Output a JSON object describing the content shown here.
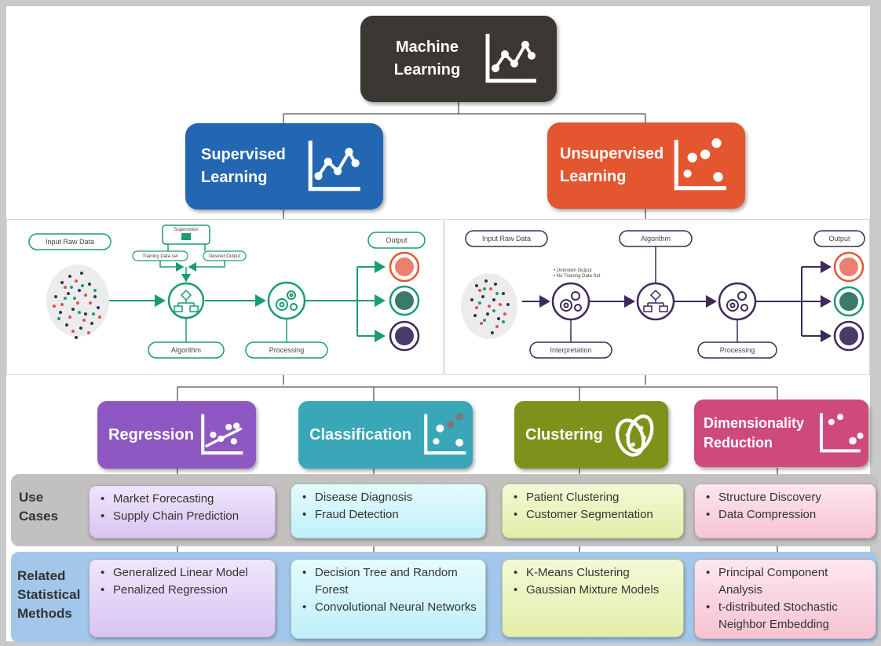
{
  "top": {
    "line1": "Machine",
    "line2": "Learning"
  },
  "supervised": {
    "line1": "Supervised",
    "line2": "Learning"
  },
  "unsupervised": {
    "line1": "Unsupervised",
    "line2": "Learning"
  },
  "left_flow": {
    "input": "Input Raw Data",
    "supervision": "Supervision",
    "training_set": "Training Data set",
    "desired_output": "Desired Output",
    "algorithm": "Algorithm",
    "processing": "Processing",
    "output": "Output"
  },
  "right_flow": {
    "input": "Input Raw Data",
    "note1": "• Unknown Output",
    "note2": "• No Training Data Set",
    "algorithm": "Algorithm",
    "interpretation": "Interpretation",
    "processing": "Processing",
    "output": "Output"
  },
  "methods": [
    {
      "name": "Regression",
      "color": "#8e58c2"
    },
    {
      "name": "Classification",
      "color": "#39a7b7"
    },
    {
      "name": "Clustering",
      "color": "#7c921b"
    },
    {
      "name_line1": "Dimensionality",
      "name_line2": "Reduction",
      "color": "#cf4a7c"
    }
  ],
  "row_labels": {
    "use_cases_1": "Use",
    "use_cases_2": "Cases",
    "related_1": "Related",
    "related_2": "Statistical",
    "related_3": "Methods"
  },
  "use_cases": [
    [
      "Market Forecasting",
      "Supply Chain Prediction"
    ],
    [
      "Disease Diagnosis",
      "Fraud Detection"
    ],
    [
      "Patient Clustering",
      "Customer Segmentation"
    ],
    [
      "Structure Discovery",
      "Data Compression"
    ]
  ],
  "related_methods": [
    [
      "Generalized Linear Model",
      "Penalized Regression"
    ],
    [
      "Decision Tree and Random Forest",
      "Convolutional Neural Networks"
    ],
    [
      "K-Means Clustering",
      "Gaussian Mixture Models"
    ],
    [
      "Principal Component Analysis",
      "t-distributed Stochastic Neighbor Embedding"
    ]
  ],
  "colors": {
    "top": "#3b3733",
    "supervised": "#2366b2",
    "unsupervised": "#e35630",
    "flow_green": "#1b9b74",
    "flow_purple": "#3d2a5a",
    "use_band": "#c3c1bf",
    "related_band": "#a3c7ea"
  }
}
